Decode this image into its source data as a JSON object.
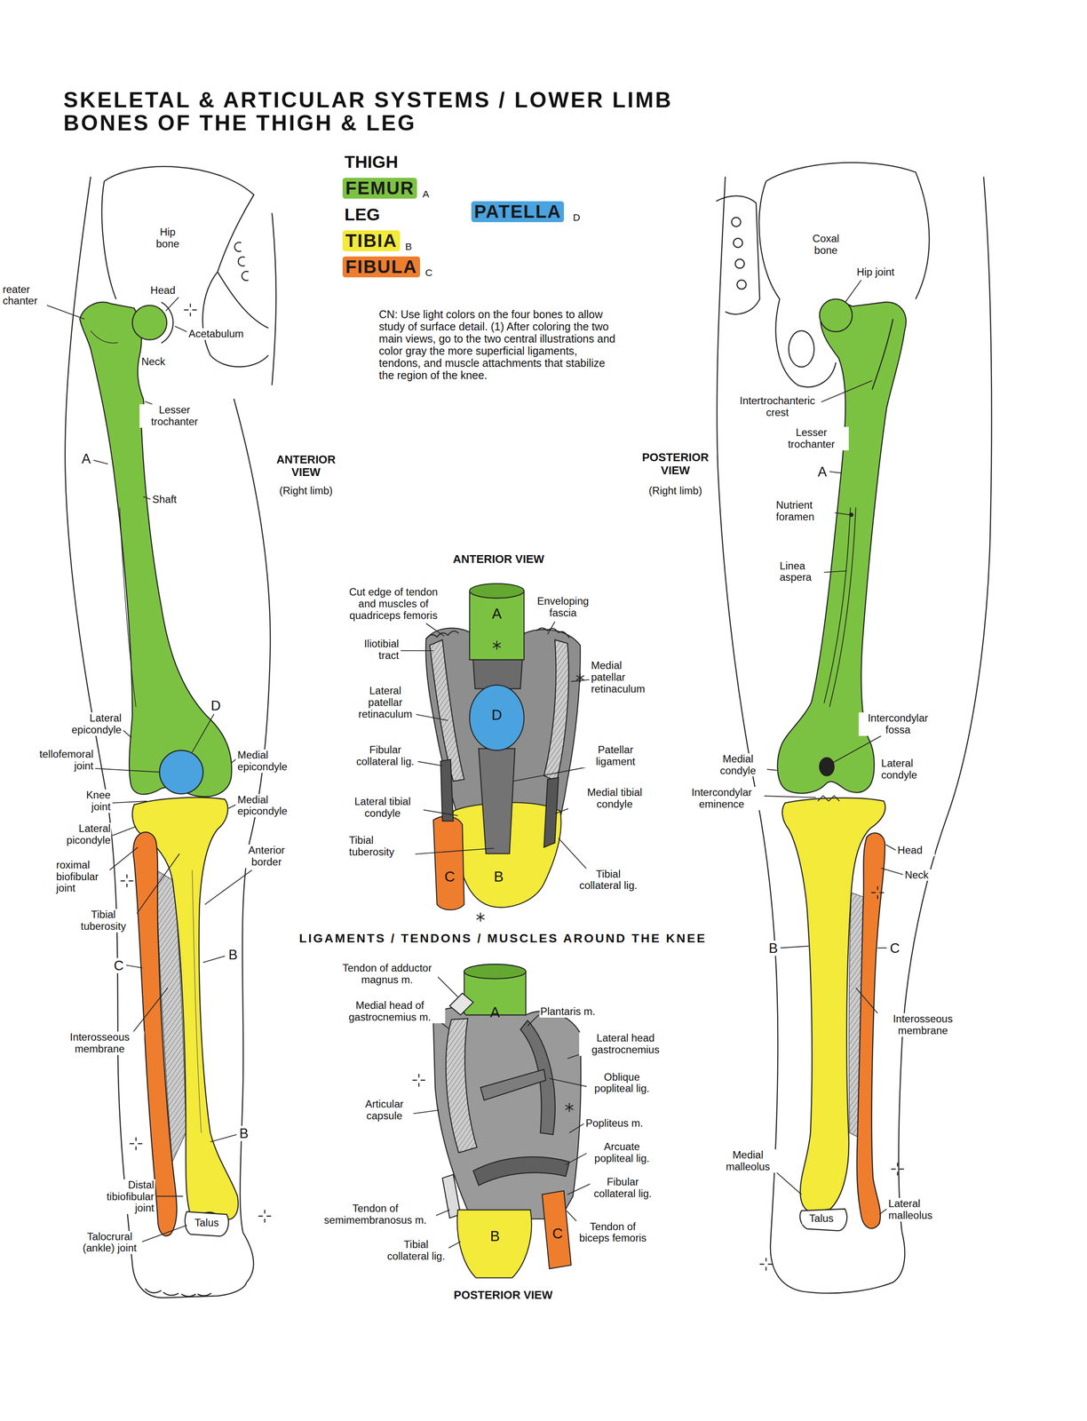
{
  "diagram": {
    "title": "SKELETAL & ARTICULAR SYSTEMS / LOWER LIMB BONES OF THE THIGH & LEG",
    "labels": [
      "Hip bone",
      "reater chanter",
      "Head",
      "Acetabulum",
      "Neck",
      "Lesser trochanter",
      "A",
      "Shaft",
      "ANTERIOR VIEW",
      "(Right limb)",
      "D",
      "Lateral epicondyle",
      "tellofemoral joint",
      "Medial epicondyle",
      "Knee joint",
      "Medial epicondyle",
      "Lateral picondyle",
      "roximal biofibular joint",
      "Anterior border",
      "Tibial tuberosity",
      "C",
      "B",
      "Interosseous membrane",
      "B",
      "Distal tibiofibular joint",
      "Talus",
      "Talocrural (ankle) joint",
      "THIGH",
      "A",
      "LEG",
      "D",
      "B",
      "C",
      "CN: Use light colors on the four bones to allow study of surface detail. (1) After coloring the two main views, go to the two central illustrations and color gray the more superficial ligaments, tendons, and muscle attachments that stabilize the region of the knee.",
      "ANTERIOR VIEW",
      "Cut edge of tendon and muscles of quadriceps femoris",
      "A",
      "Enveloping fascia",
      "Iliotibial tract",
      "Medial patellar retinaculum",
      "Lateral patellar retinaculum",
      "D",
      "Fibular collateral lig.",
      "Patellar ligament",
      "Lateral tibial condyle",
      "Medial tibial condyle",
      "Tibial tuberosity",
      "C",
      "B",
      "Tibial collateral lig.",
      "LIGAMENTS / TENDONS / MUSCLES AROUND THE KNEE",
      "Tendon of adductor magnus m.",
      "Medial head of gastrocnemius m.",
      "A",
      "Plantaris m.",
      "Lateral head gastrocnemius",
      "Oblique popliteal lig.",
      "Articular capsule",
      "Popliteus m.",
      "Arcuate popliteal lig.",
      "Fibular collateral lig.",
      "Tendon of semimembranosus m.",
      "B",
      "C",
      "Tendon of biceps femoris",
      "Tibial collateral lig.",
      "POSTERIOR VIEW",
      "Coxal bone",
      "Hip joint",
      "Intertrochanteric crest",
      "Lesser trochanter",
      "POSTERIOR VIEW",
      "(Right limb)",
      "A",
      "Nutrient foramen",
      "Linea aspera",
      "Intercondylar fossa",
      "Medial condyle",
      "Lateral condyle",
      "Intercondylar eminence",
      "Head",
      "Neck",
      "B",
      "C",
      "Interosseous membrane",
      "Medial malleolus",
      "Talus",
      "Lateral malleolus"
    ],
    "legend": [
      {
        "text": "FEMUR",
        "color": "#7cc242"
      },
      {
        "text": "PATELLA",
        "color": "#4aa3df"
      },
      {
        "text": "TIBIA",
        "color": "#f3ea3a"
      },
      {
        "text": "FIBULA",
        "color": "#ef7d2e"
      }
    ]
  }
}
